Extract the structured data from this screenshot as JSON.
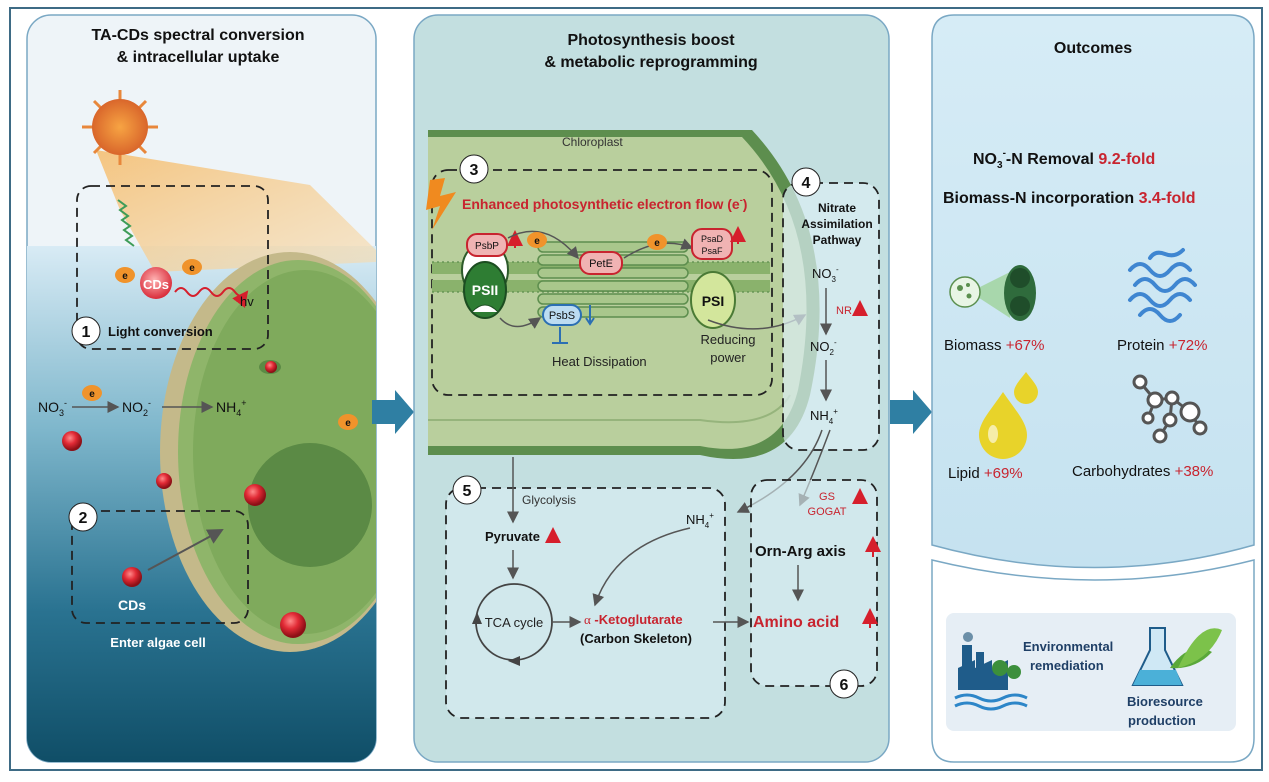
{
  "panel1": {
    "title_line1": "TA-CDs spectral conversion",
    "title_line2": "& intracellular uptake",
    "step1_num": "1",
    "step1_label": "Light conversion",
    "step2_num": "2",
    "step2_label": "Enter algae cell",
    "cds_label": "CDs",
    "cds_label2": "CDs",
    "hv": "hv",
    "electron": "e",
    "no3": "NO",
    "no3_sub": "3",
    "no3_sup": "-",
    "no2": "NO",
    "no2_sub": "2",
    "no2_sup": "-",
    "nh4": "NH",
    "nh4_sub": "4",
    "nh4_sup": "+"
  },
  "panel2": {
    "title_line1": "Photosynthesis boost",
    "title_line2": "& metabolic reprogramming",
    "chloroplast": "Chloroplast",
    "step3_num": "3",
    "electron_flow": "Enhanced photosynthetic electron flow (e",
    "electron_flow_sup": "-",
    "electron_flow_end": ")",
    "psbp": "PsbP",
    "psii": "PSII",
    "pete": "PetE",
    "psad": "PsaD",
    "psaf": "PsaF",
    "psi": "PSI",
    "psbs": "PsbS",
    "heat": "Heat Dissipation",
    "reducing1": "Reducing",
    "reducing2": "power",
    "step4_num": "4",
    "nitrate1": "Nitrate",
    "nitrate2": "Assimilation",
    "nitrate3": "Pathway",
    "nr": "NR",
    "step5_num": "5",
    "glycolysis": "Glycolysis",
    "pyruvate": "Pyruvate",
    "tca": "TCA cycle",
    "keto_alpha": "α",
    "keto": " -Ketoglutarate",
    "carbon": "(Carbon Skeleton)",
    "gs": "GS",
    "gogat": "GOGAT",
    "orn": "Orn-Arg axis",
    "amino": "Amino acid",
    "step6_num": "6"
  },
  "panel3": {
    "title": "Outcomes",
    "no3_removal": "-N Removal ",
    "no3_fold": "9.2-fold",
    "biomass_n": "Biomass-N incorporation ",
    "biomass_n_fold": "3.4-fold",
    "biomass": "Biomass ",
    "biomass_val": "+67%",
    "protein": "Protein ",
    "protein_val": "+72%",
    "lipid": "Lipid ",
    "lipid_val": "+69%",
    "carbs": "Carbohydrates ",
    "carbs_val": "+38%",
    "env1": "Environmental",
    "env2": "remediation",
    "bio1": "Bioresource",
    "bio2": "production"
  },
  "colors": {
    "accent_red": "#c8242f",
    "panel_blue": "#cfe6f2",
    "panel_teal": "#c3dfe0",
    "chloroplast_green": "#b9cf9d",
    "arrow_teal": "#2f7fa3"
  }
}
